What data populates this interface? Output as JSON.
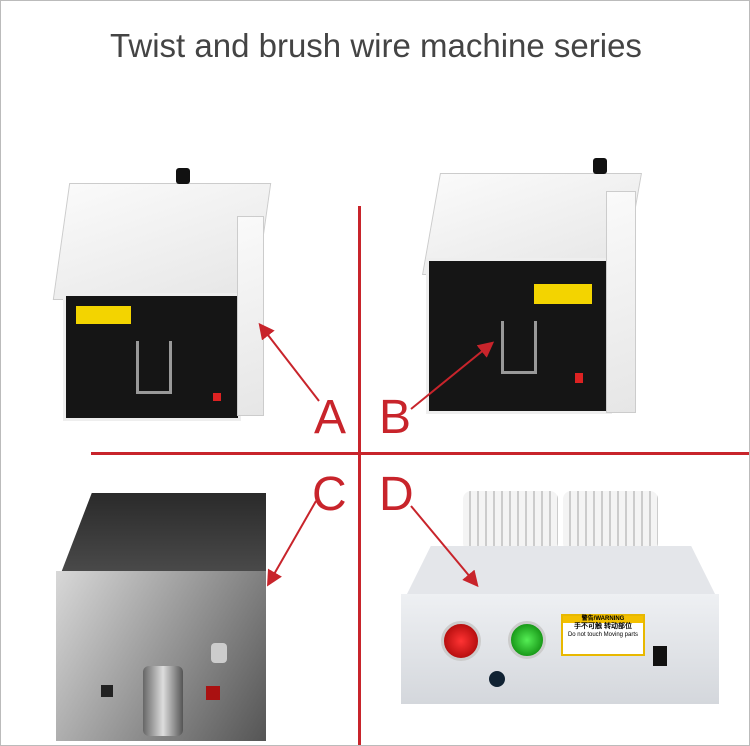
{
  "title": "Twist and brush wire machine series",
  "letters": {
    "a": "A",
    "b": "B",
    "c": "C",
    "d": "D"
  },
  "warning_label": {
    "header": "警告/WARNING",
    "cn": "手不可触 转动部位",
    "en": "Do not touch Moving parts"
  },
  "colors": {
    "accent": "#c8242b"
  }
}
